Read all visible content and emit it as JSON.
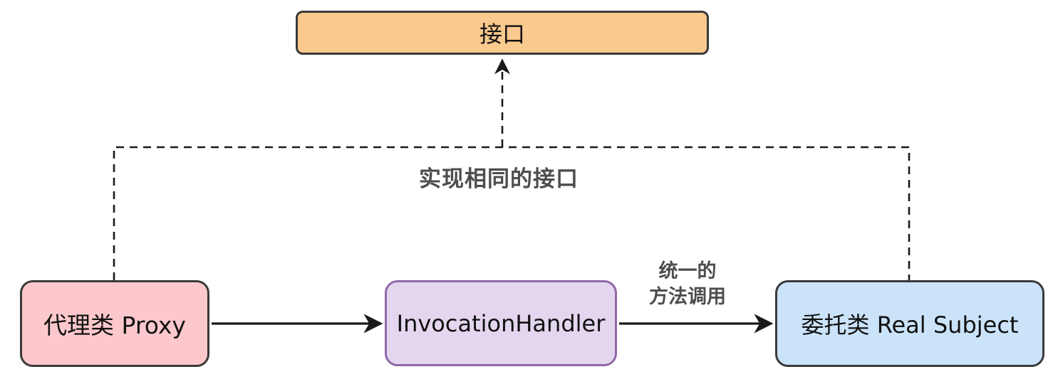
{
  "diagram": {
    "nodes": {
      "interface": {
        "label": "接口",
        "fill": "#f9c98d",
        "border": "#3a3a3a"
      },
      "proxy": {
        "label": "代理类 Proxy",
        "fill": "#fcc8cb",
        "border": "#3a3a3a"
      },
      "handler": {
        "label": "InvocationHandler",
        "fill": "#e3d6ee",
        "border": "#9168a8"
      },
      "real_subject": {
        "label": "委托类 Real Subject",
        "fill": "#cbe3f9",
        "border": "#3a3a3a"
      }
    },
    "edges": {
      "implements_label": "实现相同的接口",
      "unified_call_label_line1": "统一的",
      "unified_call_label_line2": "方法调用"
    },
    "colors": {
      "line": "#1a1a1a",
      "label_text": "#4d4d4d",
      "background": "#ffffff"
    }
  }
}
